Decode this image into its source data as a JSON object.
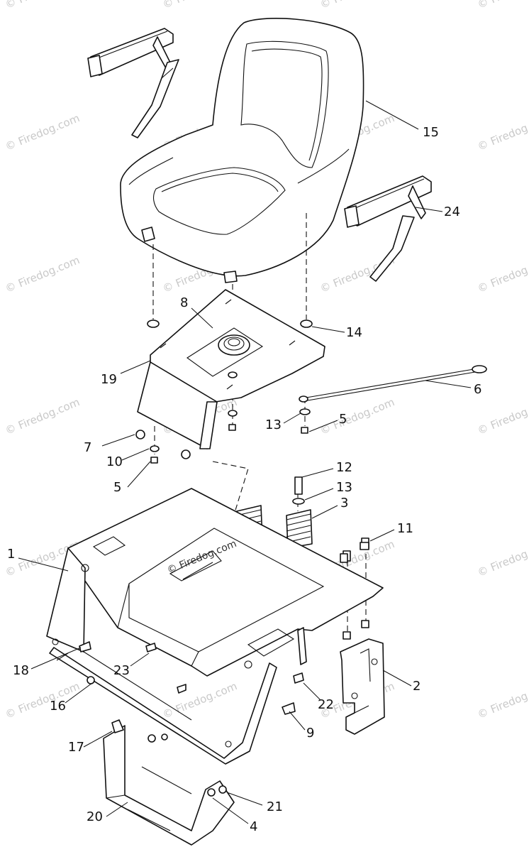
{
  "watermark": {
    "text": "© Firedog.com",
    "center_text": "© Firedog.com"
  },
  "callouts": [
    {
      "id": "1",
      "text": "1"
    },
    {
      "id": "2",
      "text": "2"
    },
    {
      "id": "3",
      "text": "3"
    },
    {
      "id": "4",
      "text": "4"
    },
    {
      "id": "5a",
      "text": "5"
    },
    {
      "id": "5b",
      "text": "5"
    },
    {
      "id": "6",
      "text": "6"
    },
    {
      "id": "7",
      "text": "7"
    },
    {
      "id": "8",
      "text": "8"
    },
    {
      "id": "9",
      "text": "9"
    },
    {
      "id": "10",
      "text": "10"
    },
    {
      "id": "11",
      "text": "11"
    },
    {
      "id": "12",
      "text": "12"
    },
    {
      "id": "13a",
      "text": "13"
    },
    {
      "id": "13b",
      "text": "13"
    },
    {
      "id": "14",
      "text": "14"
    },
    {
      "id": "15",
      "text": "15"
    },
    {
      "id": "16",
      "text": "16"
    },
    {
      "id": "17",
      "text": "17"
    },
    {
      "id": "18",
      "text": "18"
    },
    {
      "id": "19",
      "text": "19"
    },
    {
      "id": "20",
      "text": "20"
    },
    {
      "id": "21",
      "text": "21"
    },
    {
      "id": "22",
      "text": "22"
    },
    {
      "id": "23",
      "text": "23"
    },
    {
      "id": "24",
      "text": "24"
    }
  ]
}
